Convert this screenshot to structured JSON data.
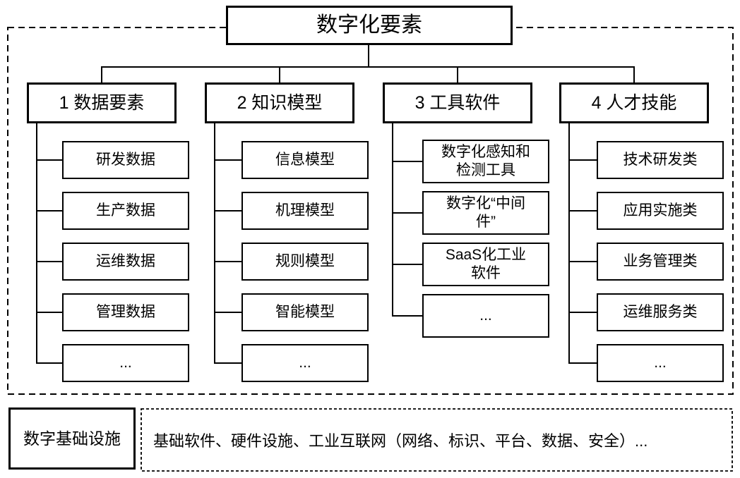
{
  "diagram": {
    "title": "数字化要素",
    "columns": [
      {
        "header": "1 数据要素",
        "children": [
          "研发数据",
          "生产数据",
          "运维数据",
          "管理数据",
          "..."
        ]
      },
      {
        "header": "2 知识模型",
        "children": [
          "信息模型",
          "机理模型",
          "规则模型",
          "智能模型",
          "..."
        ]
      },
      {
        "header": "3 工具软件",
        "children": [
          "数字化感知和\n检测工具",
          "数字化“中间\n件”",
          "SaaS化工业\n软件",
          "..."
        ]
      },
      {
        "header": "4 人才技能",
        "children": [
          "技术研发类",
          "应用实施类",
          "业务管理类",
          "运维服务类",
          "..."
        ]
      }
    ],
    "foundation": {
      "label": "数字基础设施",
      "description": "基础软件、硬件设施、工业互联网（网络、标识、平台、数据、安全）..."
    },
    "colors": {
      "line": "#000000",
      "box_border": "#000000",
      "background": "#ffffff",
      "text": "#000000"
    }
  }
}
